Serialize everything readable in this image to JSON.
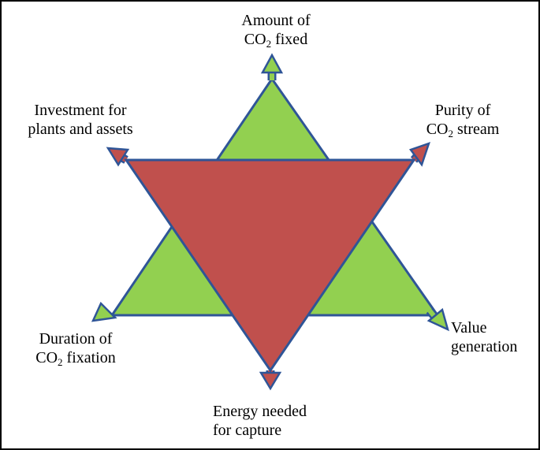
{
  "colors": {
    "green": "#92d050",
    "red": "#c0504d",
    "outline": "#2f5597",
    "frame": "#000000"
  },
  "labels": {
    "top": {
      "line1": "Amount of",
      "line2_pre": "CO",
      "line2_sub": "2",
      "line2_post": " fixed"
    },
    "top_left": {
      "line1": "Investment for",
      "line2": "plants and assets"
    },
    "top_right": {
      "line1": "Purity of",
      "line2_pre": "CO",
      "line2_sub": "2",
      "line2_post": " stream"
    },
    "bottom_left": {
      "line1": "Duration of",
      "line2_pre": "CO",
      "line2_sub": "2",
      "line2_post": " fixation"
    },
    "bottom_right": {
      "line1": "Value",
      "line2": "generation"
    },
    "bottom": {
      "line1": "Energy needed",
      "line2": "for capture"
    }
  }
}
